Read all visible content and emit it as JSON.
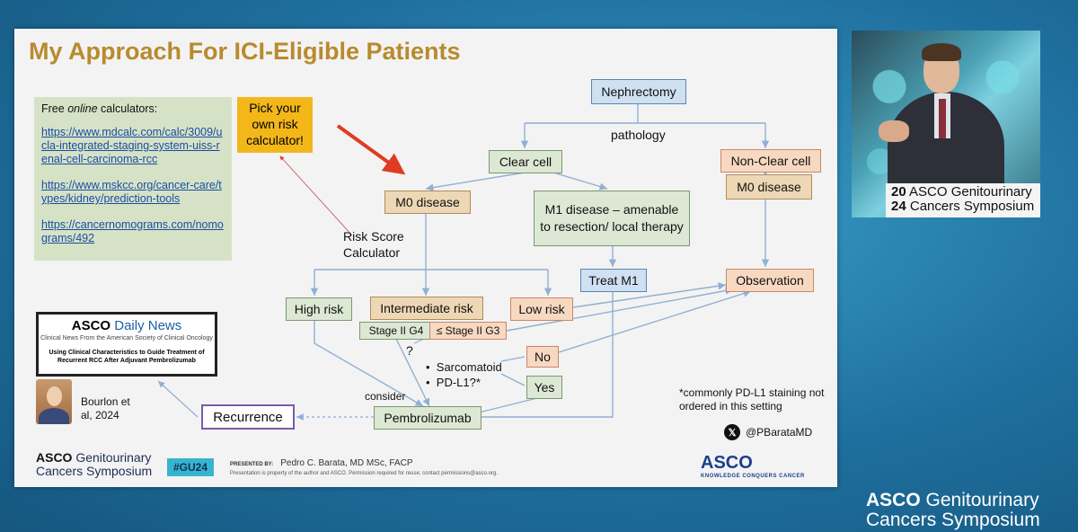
{
  "slide": {
    "title": "My Approach For ICI-Eligible Patients",
    "calculators": {
      "header_prefix": "Free ",
      "header_italic": "online",
      "header_suffix": " calculators:",
      "links": [
        "https://www.mdcalc.com/calc/3009/ucla-integrated-staging-system-uiss-renal-cell-carcinoma-rcc",
        "https://www.mskcc.org/cancer-care/types/kidney/prediction-tools",
        "https://cancernomograms.com/nomograms/492"
      ]
    },
    "pick_box": "Pick your own risk calculator!",
    "risk_score_label": "Risk Score Calculator",
    "nodes": {
      "nephrectomy": "Nephrectomy",
      "pathology": "pathology",
      "clear_cell": "Clear cell",
      "non_clear_cell": "Non-Clear cell",
      "m0_disease": "M0 disease",
      "m1_disease": "M1 disease – amenable to resection/ local therapy",
      "m0_disease_nc": "M0 disease",
      "treat_m1": "Treat M1",
      "observation": "Observation",
      "high_risk": "High risk",
      "intermediate_risk": "Intermediate risk",
      "low_risk": "Low risk",
      "stage_ii_g4": "Stage II G4",
      "stage_ii_g3": "≤ Stage II G3",
      "question": "?",
      "sarcomatoid": "Sarcomatoid",
      "pdl1": "PD-L1?*",
      "no": "No",
      "yes": "Yes",
      "consider": "consider",
      "pembrolizumab": "Pembrolizumab",
      "recurrence": "Recurrence"
    },
    "news": {
      "brand_bold": "ASCO",
      "brand_light": " Daily News",
      "subtitle": "Clinical News From the American Society of Clinical Oncology",
      "headline": "Using Clinical Characteristics to Guide Treatment of Recurrent RCC After Adjuvant Pembrolizumab"
    },
    "citation": "Bourlon et al, 2024",
    "footnote": "*commonly PD-L1 staining not ordered in this setting",
    "handle": "@PBarataMD",
    "footer": {
      "brand_bold": "ASCO",
      "brand_light": " Genitourinary",
      "brand_line2": "Cancers Symposium",
      "hashtag": "#GU24",
      "presented_by": "PRESENTED BY:",
      "presenter": "Pedro C. Barata, MD MSc, FACP",
      "note": "Presentation is property of the author and ASCO. Permission required for reuse; contact permissions@asco.org.",
      "asco_logo": "ASCO",
      "asco_tagline": "KNOWLEDGE CONQUERS CANCER"
    }
  },
  "camera": {
    "podium_line1_num": "20",
    "podium_line1_text": " ASCO Genitourinary",
    "podium_line2_num": "24",
    "podium_line2_text": " Cancers Symposium"
  },
  "corner_brand": {
    "bold": "ASCO",
    "light": " Genitourinary",
    "line2": "Cancers Symposium"
  },
  "colors": {
    "title": "#b98a2e",
    "arrow_red": "#e03b24",
    "flow_blue": "#8fb0d3",
    "recurrence_border": "#7b5aa8"
  }
}
